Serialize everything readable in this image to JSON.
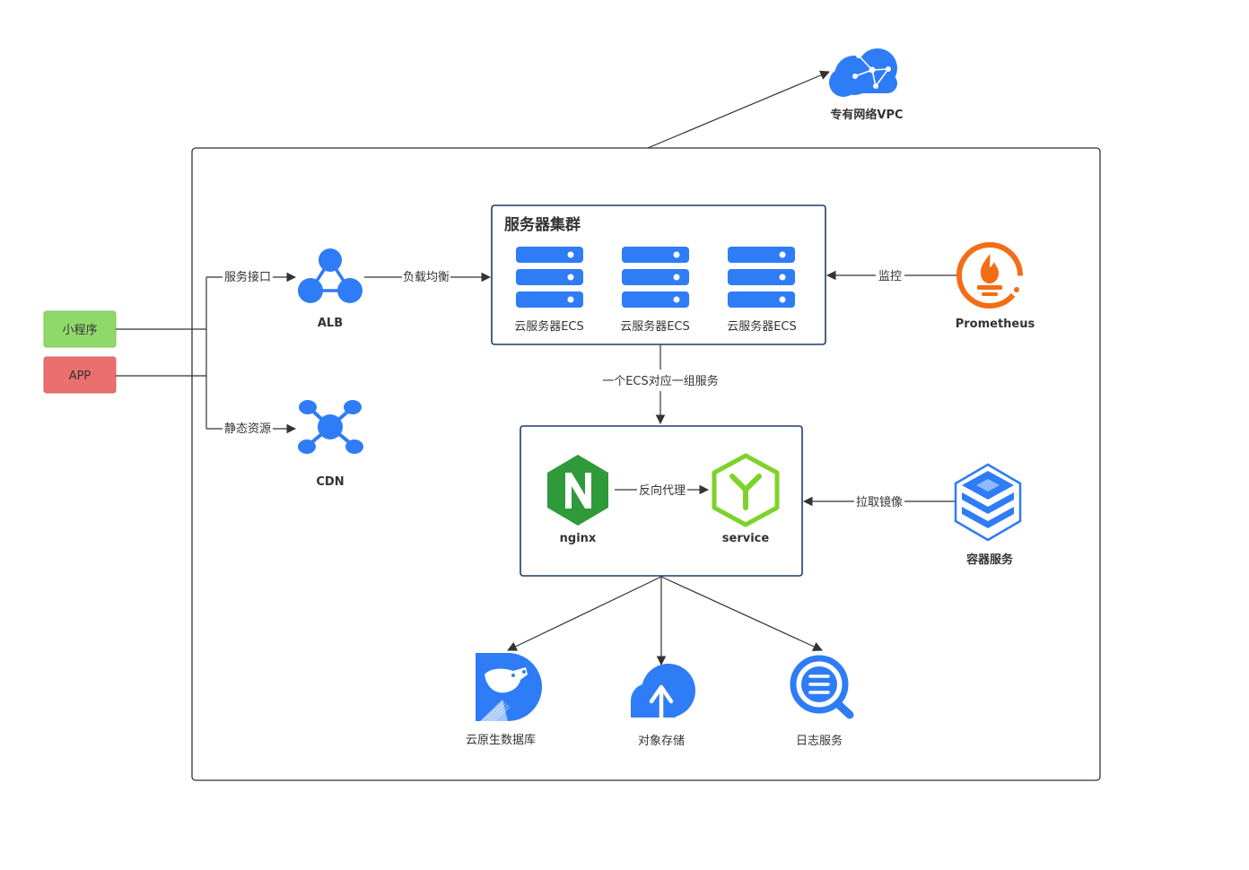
{
  "colors": {
    "blue": "#2e7cf6",
    "orange": "#f26d16",
    "green": "#2f9a3a",
    "lime": "#7ed32a",
    "client_green": "#8fd96b",
    "client_red": "#ea7070",
    "border_dark": "#1f3b6b",
    "line": "#333333"
  },
  "clients": {
    "miniprogram": "小程序",
    "app": "APP"
  },
  "nodes": {
    "vpc": "专有网络VPC",
    "alb": "ALB",
    "cdn": "CDN",
    "prometheus": "Prometheus",
    "container": "容器服务",
    "nginx": "nginx",
    "service": "service",
    "db": "云原生数据库",
    "oss": "对象存储",
    "log": "日志服务"
  },
  "cluster": {
    "title": "服务器集群",
    "servers": [
      "云服务器ECS",
      "云服务器ECS",
      "云服务器ECS"
    ]
  },
  "edges": {
    "api": "服务接口",
    "static": "静态资源",
    "lb": "负载均衡",
    "monitor": "监控",
    "ecs_map": "一个ECS对应一组服务",
    "proxy": "反向代理",
    "pull": "拉取镜像"
  }
}
